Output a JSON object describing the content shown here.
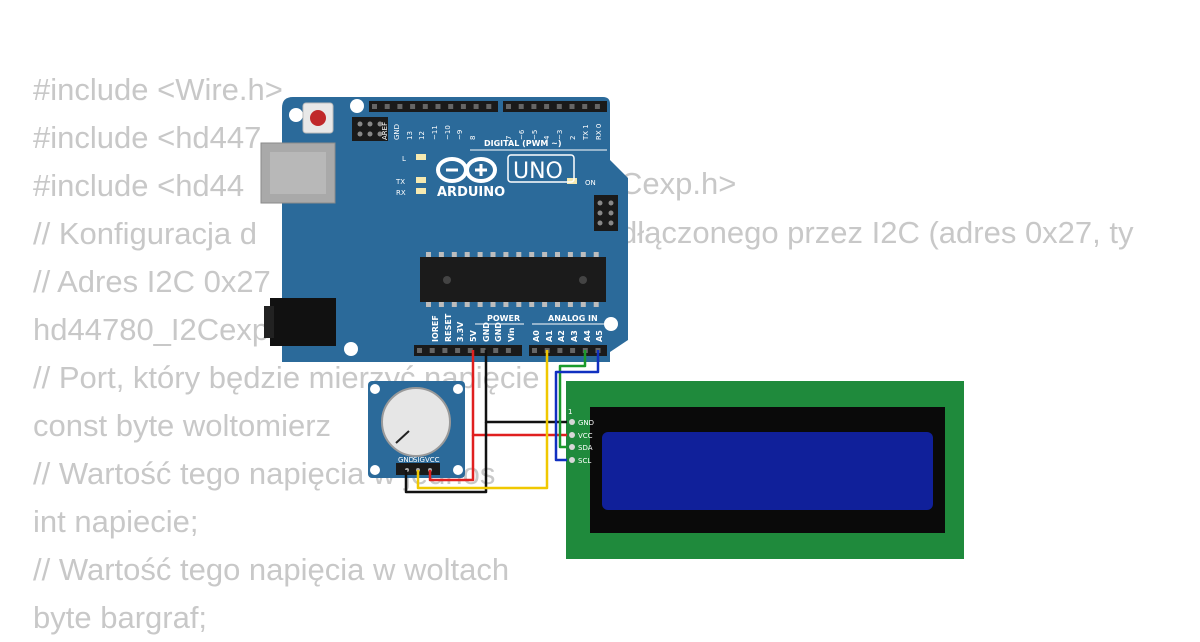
{
  "code_lines": [
    "#include <Wire.h>",
    "#include <hd447",
    "#include <hd44",
    "// Konfiguracja d",
    "// Adres I2C 0x27",
    "hd44780_I2Cexp",
    "// Port, który będzie mierzyć napięcie",
    "const byte woltomierz",
    "// Wartość tego napięcia w jednos",
    "int napiecie;",
    "// Wartość tego napięcia w woltach",
    "byte bargraf;"
  ],
  "code_fragments": [
    "Cexp.h>",
    "dłączonego przez I2C (adres 0x27, ty"
  ],
  "board": {
    "brand": "ARDUINO",
    "model": "UNO",
    "digital_header": "DIGITAL (PWM ~)",
    "on_label": "ON",
    "led_labels": [
      "L",
      "TX",
      "RX"
    ],
    "digital_pins": [
      "AREF",
      "GND",
      "13",
      "12",
      "~11",
      "~10",
      "~9",
      "8",
      "7",
      "~6",
      "~5",
      "4",
      "~3",
      "2",
      "TX 1",
      "RX 0"
    ],
    "power_header": "POWER",
    "analog_header": "ANALOG IN",
    "power_pins": [
      "IOREF",
      "RESET",
      "3.3V",
      "5V",
      "GND",
      "GND",
      "Vin"
    ],
    "analog_pins": [
      "A0",
      "A1",
      "A2",
      "A3",
      "A4",
      "A5"
    ]
  },
  "potentiometer": {
    "pins": [
      "GND",
      "SIG",
      "VCC"
    ]
  },
  "lcd": {
    "pin_marker": "1",
    "pins": [
      "GND",
      "VCC",
      "SDA",
      "SCL"
    ]
  },
  "colors": {
    "board": "#2b6a9a",
    "lcd_pcb": "#1f8a3c",
    "lcd_screen": "#10209a",
    "wire_red": "#e02020",
    "wire_black": "#111111",
    "wire_yellow": "#f0c800",
    "wire_green": "#1a9a2a",
    "wire_blue": "#1030c0"
  }
}
